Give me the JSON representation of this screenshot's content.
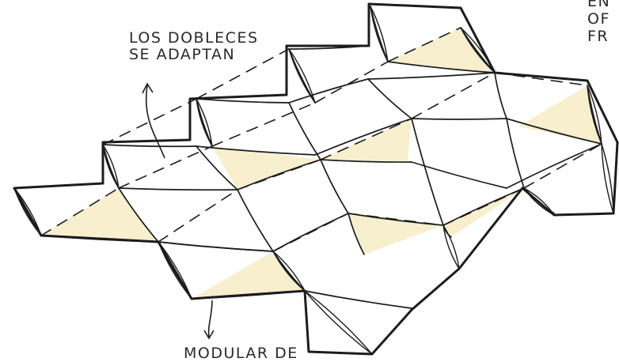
{
  "labels": {
    "top_left": [
      "LOS DOBLECES",
      "SE ADAPTAN"
    ],
    "top_right": [
      "EN",
      "OF",
      "FR"
    ],
    "bottom": "MODULAR DE"
  },
  "colors": {
    "stroke": "#1c1c1c",
    "fill_paper": "#ffffff",
    "fill_accent": "#f8efcf"
  }
}
